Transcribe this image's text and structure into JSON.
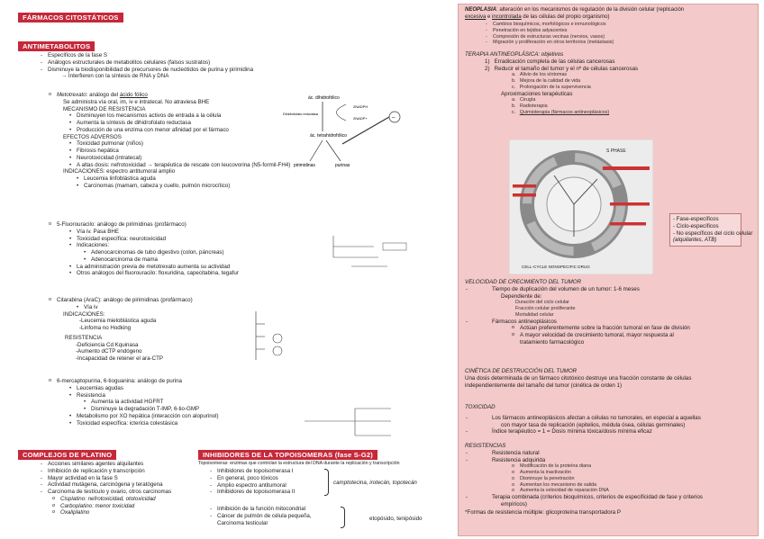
{
  "left": {
    "title": "FÁRMACOS CITOSTÁTICOS",
    "antimet": {
      "header": "ANTIMETABOLITOS",
      "bullets": [
        "Específicos de la fase S",
        "Análogos estructurales de metabolitos celulares (falsos sustratos)",
        "Disminuye la biodisponibilidad de precursores de nucleótidos de purina y pirimidina"
      ],
      "arrow_line": "→ Interfieren con la síntesis de RNA y DNA",
      "mtx": {
        "title_a": "Metotrexato",
        "title_b": ": análogo del ",
        "title_c": "ácido fólico",
        "lines": [
          "Se administra vía oral, im, iv e intratecal. No atraviesa BHE",
          "MECANISMO DE RESISTENCIA"
        ],
        "resist": [
          "Disminuyen los mecanismos activos de entrada a la célula",
          "Aumenta la síntesis de dihidrofolato reductasa",
          "Producción de una enzima con menor afinidad por el fármaco"
        ],
        "efectos_title": "EFECTOS ADVERSOS",
        "efectos": [
          "Toxicidad pulmonar (niños)",
          "Fibrosis hepática",
          "Neurotoxicidad (intratecal)",
          "A altas dosis: nefrotoxicidad → terapéutica de rescate con leucovorina (N5-formil-FH4)"
        ],
        "indic_title": "INDICACIONES: espectro antitumoral amplio",
        "indic": [
          "Leucemia linfoblástica aguda",
          "Carcinomas (mamam, cabeza y cuello, pulmón microcítico)"
        ]
      },
      "fu": {
        "title": "5-Fluorouracilo: análogo de pirimidinas (profármaco)",
        "items": [
          "Vía iv. Pasa BHE",
          "Toxicidad específica: neurotoxicidad",
          "Indicaciones:"
        ],
        "indic": [
          "Adenocarcinomas de tubo digestivo (colon, páncreas)",
          "Adenocarcinoma de mama"
        ],
        "items2": [
          "La administración previa de metotrexato aumenta su actividad",
          "Otros análogos del fluorouracilo: floxuridina, capecitabina, tegafur"
        ]
      },
      "citarabina": {
        "title": "Citarabina (AraC): análogo de pirimidinas (profármaco)",
        "via": "Vía iv",
        "indic_title": "INDICACIONES:",
        "indic": [
          "-Leucemia mieloblástica aguda",
          "-Linfoma no Hodking"
        ],
        "res_title": "RESISTENCIA",
        "res": [
          "-Deficiencia Cd Kquinasa",
          "-Aumento dCTP endógeno",
          "-Incapacidad de retener el ara-CTP"
        ]
      },
      "mp": {
        "title": "6-mercaptopurina, 6-tioguanina: análogo de purina",
        "items": [
          "Leucemias agudas",
          "Resistencia"
        ],
        "res": [
          "Aumenta la actividad HGFRT",
          "Disminuye la degradación T-IMP, 6-tio-GMP"
        ],
        "items2": [
          "Metabolismo por XO hepática (interacción con alopurinol)",
          "Toxicidad específica: ictericia colestásica"
        ]
      }
    },
    "platino": {
      "header": "COMPLEJOS DE PLATINO",
      "items": [
        "Acciones similares agentes alquilantes",
        "Inhibición de replicación y transcripción",
        "Mayor actividad en la fase S",
        "Actividad mutágena, carcinógena y teratógena",
        "Carcinoma de testículo y ovario, otros carcinomas"
      ],
      "sub": [
        "Cisplatino: nefrotoxicidad, ototoxicidad",
        "Carboplatino: menor toxicidad",
        "Oxaliplatino"
      ]
    },
    "topo": {
      "header": "INHIBIDORES DE LA TOPOISOMERAS (fase S-G2)",
      "def": "Topoisomeras: enzimas que controlan la estructura del DNA durante la replicación y transcripción",
      "group1": [
        "Inhibidores de topoisomerasa I",
        "En general, poco tóxicos",
        "Amplio espectro antitumoral",
        "Inhibidores de topoisomerasa II"
      ],
      "group1_drugs": "camptotecina, irotecán, topotecán",
      "group2": [
        "Inhibición de la función mitocondrial",
        "Cáncer de pulmón de célula pequeña,",
        "Carcinoma testicular"
      ],
      "group2_drugs": "etopósido, tenipósido"
    },
    "fig1": {
      "a": "ác. dihidrofólico",
      "b": "Dihidrofolato reductasa",
      "c": "2NADPH",
      "d": "2NADP+",
      "e": "ác. tetrahidrofólico",
      "f": "pirimidinas",
      "g": "purinas"
    }
  },
  "right": {
    "neoplasia": {
      "a": "NEOPLASIA",
      "b": ": alteración en los mecanismos de regulación de la división celular (replicación ",
      "c": "excesiva",
      "d": " e ",
      "e": "incontrolada",
      "f": " de las células del propio organismo)",
      "items": [
        "Cambios bioquímicos, morfológicos e inmunológicos",
        "Penetración en tejidos adyacentes",
        "Compresión de estructuras vecinas (nervios, vasos)",
        "Migración y proliferación en otros territorios (metástasis)"
      ]
    },
    "terapia": {
      "title": "TERAPIA ANTINEOPLÁSICA: objetivos",
      "n1": "Erradicación completa de las células cancerosas",
      "n2": "Reducir el tamaño del tumor y el nº de células cancerosas",
      "sub": [
        "Alivio de los síntomas",
        "Mejora de la calidad de vida",
        "Prolongación de la supervivencia"
      ],
      "aprox": "Aproximaciones terapéuticas",
      "aprox_items": [
        "Cirugía",
        "Radioterapia",
        "Quimioterapia (fármacos antineoplásicos)"
      ]
    },
    "cycle": {
      "s_phase": "S PHASE",
      "side_items": [
        "- Fase-específicos",
        "- Ciclo-específicos",
        "- No específicos del ciclo celular"
      ],
      "side_note": "(alquilantes, ATB)",
      "bottom": "CELL-CYCLE NONSPECIFIC DRUG"
    },
    "velocidad": {
      "title": "VELOCIDAD DE CRECIMIENTO DEL TUMOR",
      "line1": "Tiempo de duplicación del volumen de un tumor: 1-6 meses",
      "line2": "Dependiente de:",
      "dep": [
        "Duración del ciclo celular",
        "Fracción celular proliferante",
        "Mortalidad celular"
      ],
      "farm": "Fármacos antineoplásicos",
      "farm_items": [
        "Actúan preferentemente sobre la fracción tumoral en fase de división",
        "A mayor velocidad de crecimiento tumoral, mayor respuesta al",
        "tratamiento farmacológico"
      ]
    },
    "cinetica": {
      "title": "CINÉTICA DE DESTRUCCIÓN DEL TUMOR",
      "text1": "Una dosis determinada de un fármaco citotóxico destruye una fracción constante de células",
      "text2": "independientemente del tamaño del tumor (cinética de orden 1)"
    },
    "toxicidad": {
      "title": "TOXICIDAD",
      "l1": "Los fármacos antineoplásicos afectan a células no tumorales, en especial a aquellas",
      "l2": "con mayor tasa de replicación (epitelios, médula ósea, células germinales)",
      "l3": "Índice terapéutico = 1 = Dosis mínima tóxica/dosis mínima eficaz"
    },
    "resistencias": {
      "title": "RESISTENCIAS",
      "items": [
        "Resistencia natural",
        "Resistencia adquirida"
      ],
      "sub": [
        "Modificación de la proteína diana",
        "Aumenta la inactivación",
        "Disminuye la penetración",
        "Aumentan los mecanismo de salida",
        "Aumenta la velocidad de reparación DNA"
      ],
      "comb1": "Terapia combinada (criterios bioquímicos, criterios de especificidad de fase y criterios",
      "comb2": "empíricos)",
      "mdr": "*Formas de resistencia múltiple: glicoproteína transportadora P"
    }
  }
}
